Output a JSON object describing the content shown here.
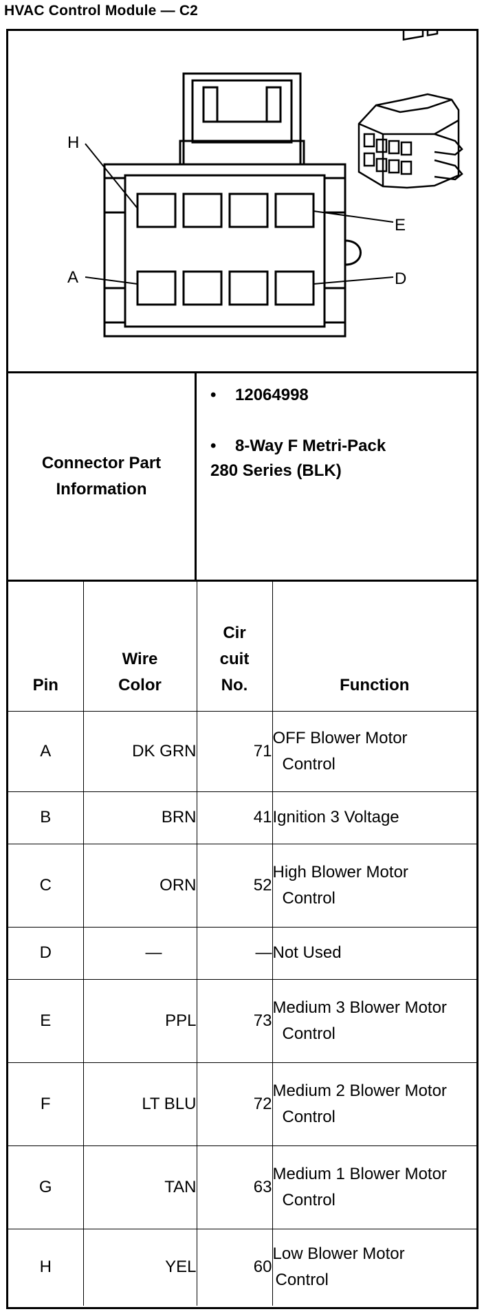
{
  "title": "HVAC Control Module — C2",
  "connector_labels": {
    "top_left": "H",
    "top_right": "E",
    "bottom_left": "A",
    "bottom_right": "D"
  },
  "connector_info": {
    "label_line1": "Connector Part",
    "label_line2": "Information",
    "bullet": "•",
    "part_number": "12064998",
    "description_line1": "8-Way F Metri-Pack",
    "description_line2": "280 Series (BLK)"
  },
  "table": {
    "headers": {
      "pin": "Pin",
      "wire_color_line1": "Wire",
      "wire_color_line2": "Color",
      "circuit_line1": "Cir",
      "circuit_line2": "cuit",
      "circuit_line3": "No.",
      "function": "Function"
    },
    "rows": [
      {
        "pin": "A",
        "color": "DK GRN",
        "circuit": "71",
        "function_line1": "OFF Blower Motor",
        "function_line2": "Control"
      },
      {
        "pin": "B",
        "color": "BRN",
        "circuit": "41",
        "function_line1": "Ignition 3 Voltage",
        "function_line2": ""
      },
      {
        "pin": "C",
        "color": "ORN",
        "circuit": "52",
        "function_line1": "High Blower Motor",
        "function_line2": "Control"
      },
      {
        "pin": "D",
        "color": "—",
        "circuit": "—",
        "function_line1": "Not Used",
        "function_line2": ""
      },
      {
        "pin": "E",
        "color": "PPL",
        "circuit": "73",
        "function_line1": "Medium 3 Blower Motor",
        "function_line2": "Control"
      },
      {
        "pin": "F",
        "color": "LT BLU",
        "circuit": "72",
        "function_line1": "Medium 2 Blower Motor",
        "function_line2": "Control"
      },
      {
        "pin": "G",
        "color": "TAN",
        "circuit": "63",
        "function_line1": "Medium 1 Blower Motor",
        "function_line2": "Control"
      },
      {
        "pin": "H",
        "color": "YEL",
        "circuit": "60",
        "function_line1": "Low Blower Motor",
        "function_line2": "Control"
      }
    ]
  }
}
